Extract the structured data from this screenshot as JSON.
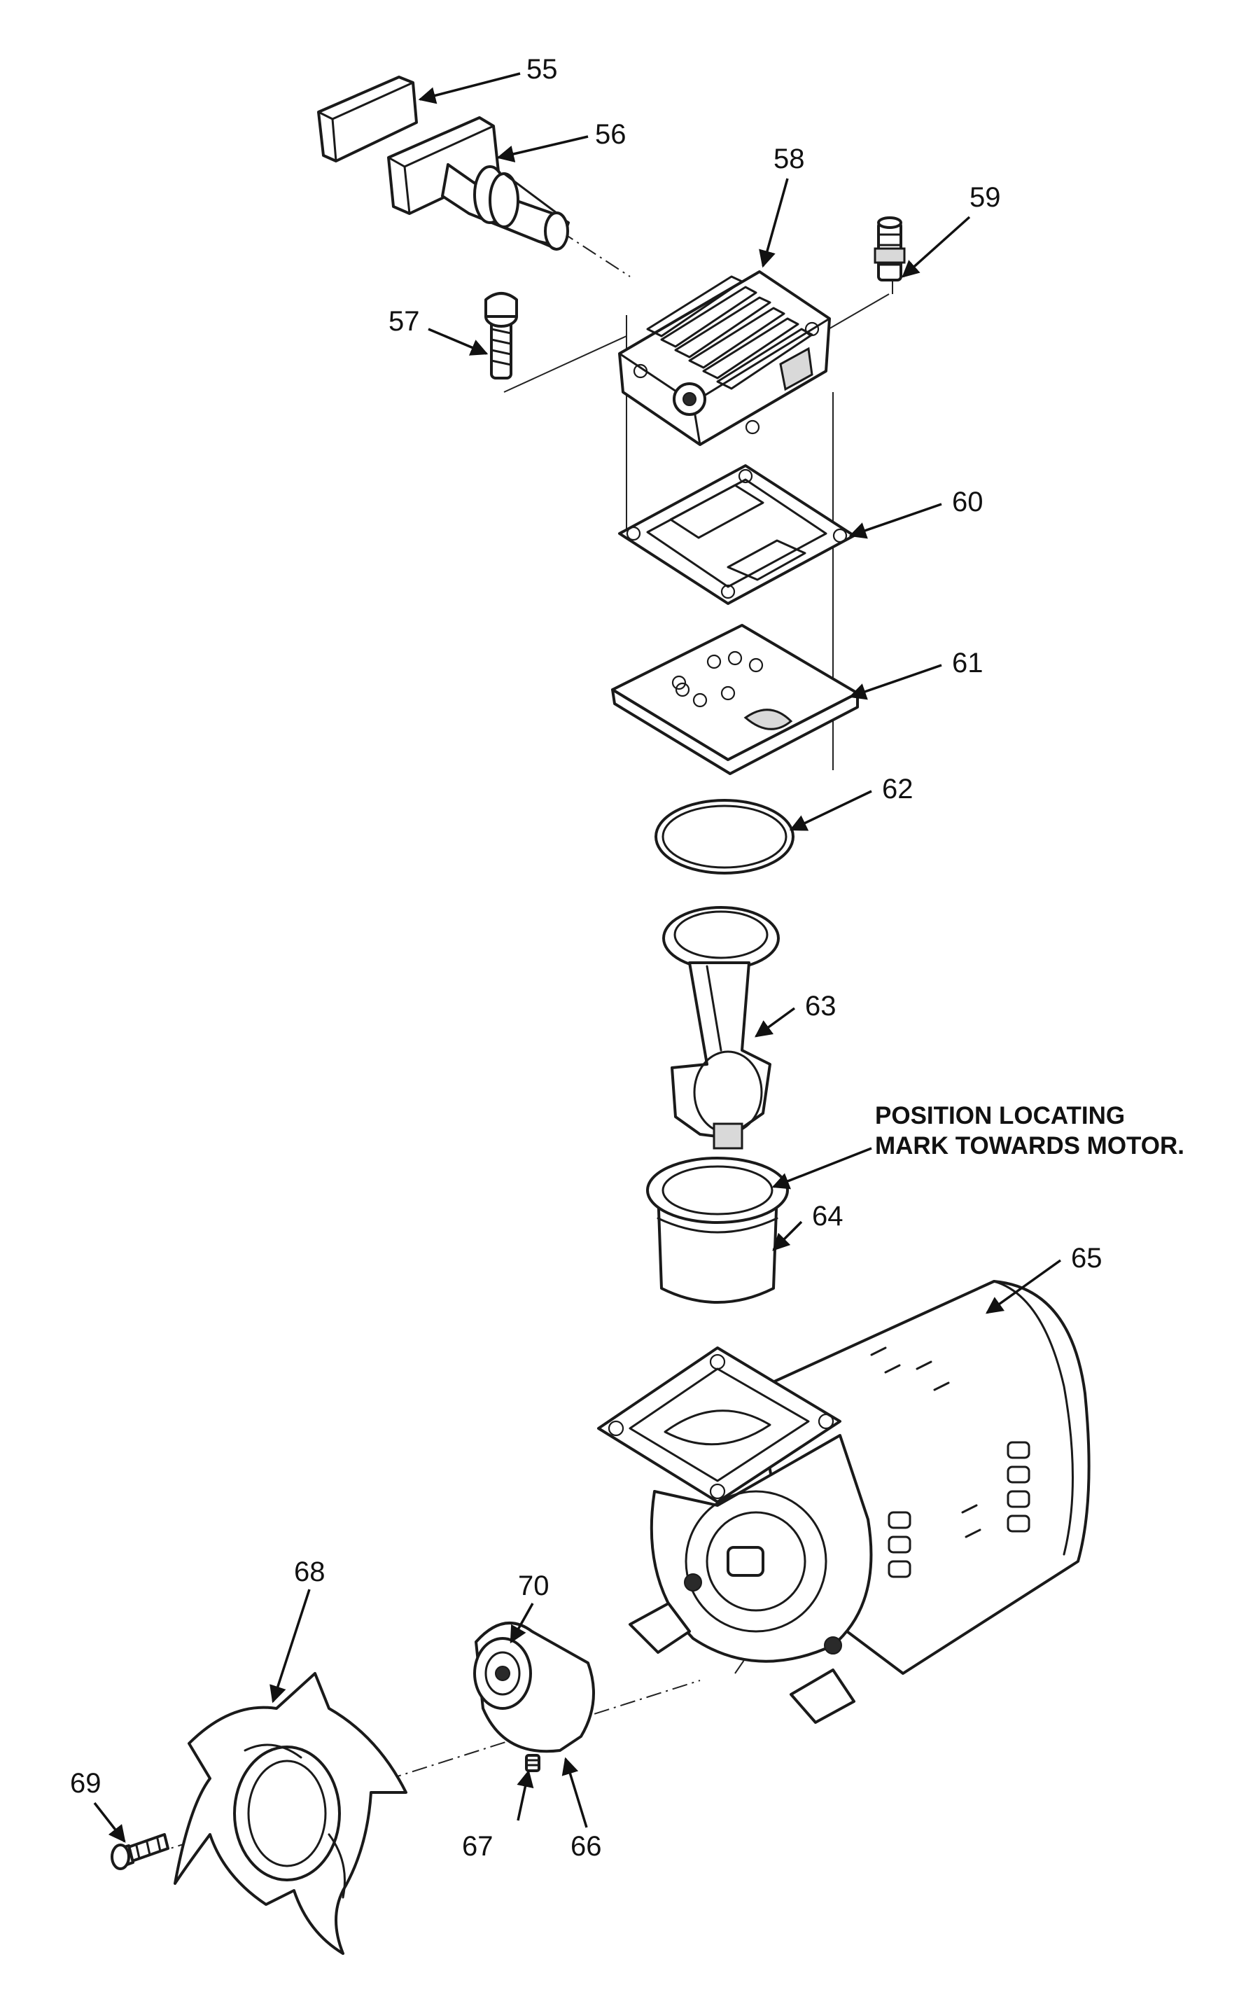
{
  "parts": {
    "p55": "55",
    "p56": "56",
    "p57": "57",
    "p58": "58",
    "p59": "59",
    "p60": "60",
    "p61": "61",
    "p62": "62",
    "p63": "63",
    "p64": "64",
    "p65": "65",
    "p66": "66",
    "p67": "67",
    "p68": "68",
    "p69": "69",
    "p70": "70"
  },
  "note": {
    "line1": "POSITION LOCATING",
    "line2": "MARK TOWARDS MOTOR."
  }
}
